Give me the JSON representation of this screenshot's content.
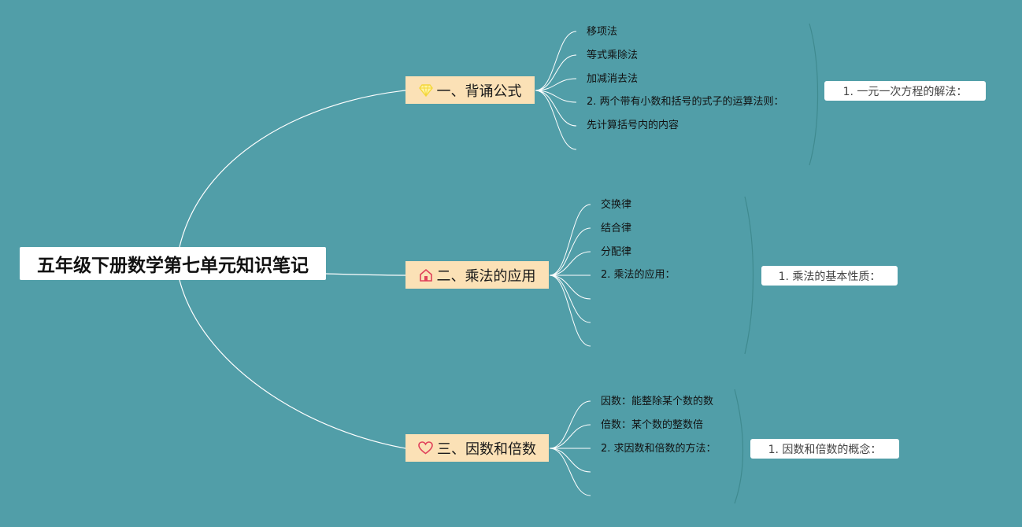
{
  "root": {
    "title": "五年级下册数学第七单元知识笔记"
  },
  "branches": [
    {
      "label": "一、背诵公式",
      "icon": "diamond-icon",
      "leaves": [
        "移项法",
        "等式乘除法",
        "加减消去法",
        "2. 两个带有小数和括号的式子的运算法则：",
        "先计算括号内的内容"
      ],
      "tag": "1. 一元一次方程的解法："
    },
    {
      "label": "二、乘法的应用",
      "icon": "house-icon",
      "leaves": [
        "交换律",
        "结合律",
        "分配律",
        "2. 乘法的应用："
      ],
      "tag": "1. 乘法的基本性质："
    },
    {
      "label": "三、因数和倍数",
      "icon": "heart-icon",
      "leaves": [
        "因数：能整除某个数的数",
        "倍数：某个数的整数倍",
        "2. 求因数和倍数的方法："
      ],
      "tag": "1. 因数和倍数的概念："
    }
  ],
  "colors": {
    "background": "#519ea8",
    "branch_fill": "#fbe1b6",
    "line": "#ffffff",
    "bracket": "#3f8a8f",
    "diamond_icon": "#f4d63a",
    "house_icon": "#e0405a",
    "heart_icon": "#e0405a"
  }
}
